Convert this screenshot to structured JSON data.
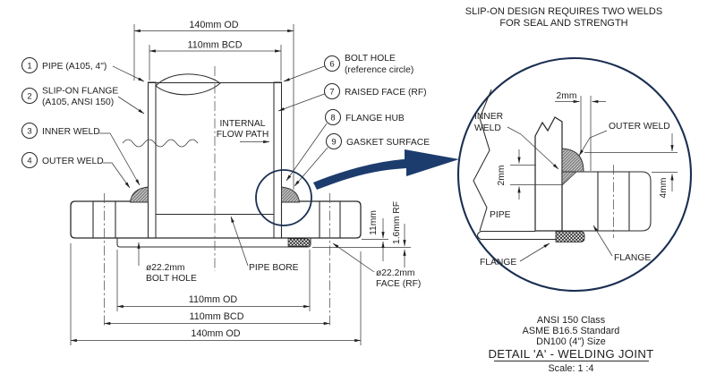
{
  "main": {
    "dims": {
      "top_od": "140mm OD",
      "top_bcd": "110mm BCD",
      "bottom_od_inner": "110mm OD",
      "bottom_bcd": "110mm BCD",
      "bottom_od_outer": "140mm OD",
      "flange_thickness": "11mm",
      "raised_face": "1.6mm RF"
    },
    "flow": {
      "line1": "INTERNAL",
      "line2": "FLOW PATH"
    },
    "callouts_left": [
      {
        "num": "1",
        "line1": "PIPE (A105, 4\")"
      },
      {
        "num": "2",
        "line1": "SLIP-ON FLANGE",
        "line2": "(A105, ANSI 150)"
      },
      {
        "num": "3",
        "line1": "INNER WELD"
      },
      {
        "num": "4",
        "line1": "OUTER WELD"
      }
    ],
    "callouts_right": [
      {
        "num": "6",
        "line1": "BOLT HOLE",
        "line2": "(reference circle)"
      },
      {
        "num": "7",
        "line1": "RAISED FACE (RF)"
      },
      {
        "num": "8",
        "line1": "FLANGE HUB"
      },
      {
        "num": "9",
        "line1": "GASKET SURFACE"
      }
    ],
    "notes": {
      "bolt_hole_dia": "ø22.2mm",
      "bolt_hole": "BOLT HOLE",
      "pipe_bore": "PIPE BORE",
      "face_dia": "ø22.2mm",
      "face_rf": "FACE (RF)"
    }
  },
  "detail": {
    "banner1": "SLIP-ON DESIGN REQUIRES TWO WELDS",
    "banner2": "FOR SEAL AND STRENGTH",
    "labels": {
      "inner_weld1": "INNER",
      "inner_weld2": "WELD",
      "outer_weld": "OUTER WELD",
      "pipe": "PIPE",
      "flange_left": "FLANGE",
      "flange_right": "FLANGE"
    },
    "dims": {
      "gap_top": "2mm",
      "gap_left": "2mm",
      "weld_size": "4mm"
    },
    "block": {
      "line1": "ANSI 150 Class",
      "line2": "ASME B16.5 Standard",
      "line3": "DN100 (4\") Size",
      "title": "DETAIL 'A' - WELDING JOINT",
      "scale": "Scale: 1 :4"
    }
  },
  "colors": {
    "line": "#2b2b2b",
    "navy_arrow": "#1d3c6e",
    "navy_circle": "#1b2f52"
  }
}
